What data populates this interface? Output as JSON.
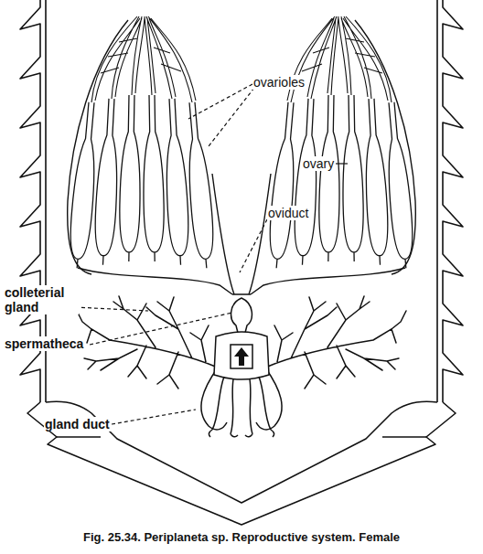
{
  "diagram": {
    "caption": "Fig. 25.34. Periplaneta sp. Reproductive system. Female",
    "labels": [
      "ovarioles",
      "ovary",
      "oviduct",
      "colleterial gland",
      "spermatheca",
      "gland duct"
    ]
  }
}
